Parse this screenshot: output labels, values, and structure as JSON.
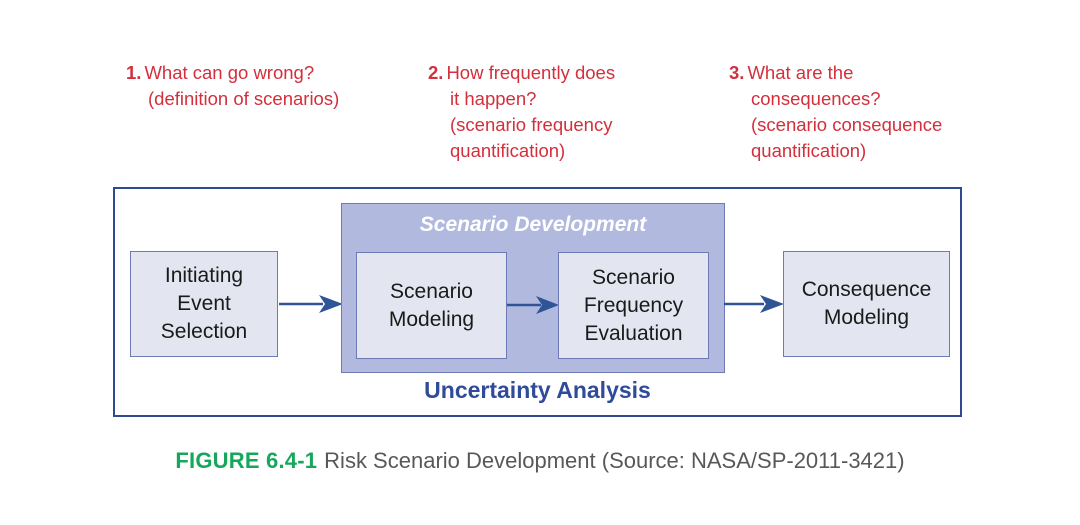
{
  "questions": [
    {
      "number": "1.",
      "lines": [
        "What can go wrong?",
        "(definition of scenarios)"
      ]
    },
    {
      "number": "2.",
      "lines": [
        "How frequently does",
        "it happen?",
        "(scenario frequency",
        "quantification)"
      ]
    },
    {
      "number": "3.",
      "lines": [
        "What are the",
        "consequences?",
        "(scenario consequence",
        "quantification)"
      ]
    }
  ],
  "diagram": {
    "group_panel_title": "Scenario Development",
    "boxes": {
      "initiating": [
        "Initiating",
        "Event",
        "Selection"
      ],
      "scenario_modeling": [
        "Scenario",
        "Modeling"
      ],
      "scenario_frequency": [
        "Scenario",
        "Frequency",
        "Evaluation"
      ],
      "consequence": [
        "Consequence",
        "Modeling"
      ]
    },
    "footer_label": "Uncertainty Analysis"
  },
  "caption": {
    "figure_number": "FIGURE 6.4-1",
    "figure_title": "Risk Scenario Development (Source: NASA/SP-2011-3421)"
  },
  "colors": {
    "question_red": "#d32f3c",
    "frame_blue": "#2f4b8f",
    "panel_fill": "#b2b9de",
    "box_fill": "#e3e6f0",
    "box_border": "#6d7ab5",
    "arrow_blue": "#2f5597",
    "uncertainty_blue": "#2f4b9a",
    "figure_green": "#17a75c",
    "caption_gray": "#58585a"
  }
}
